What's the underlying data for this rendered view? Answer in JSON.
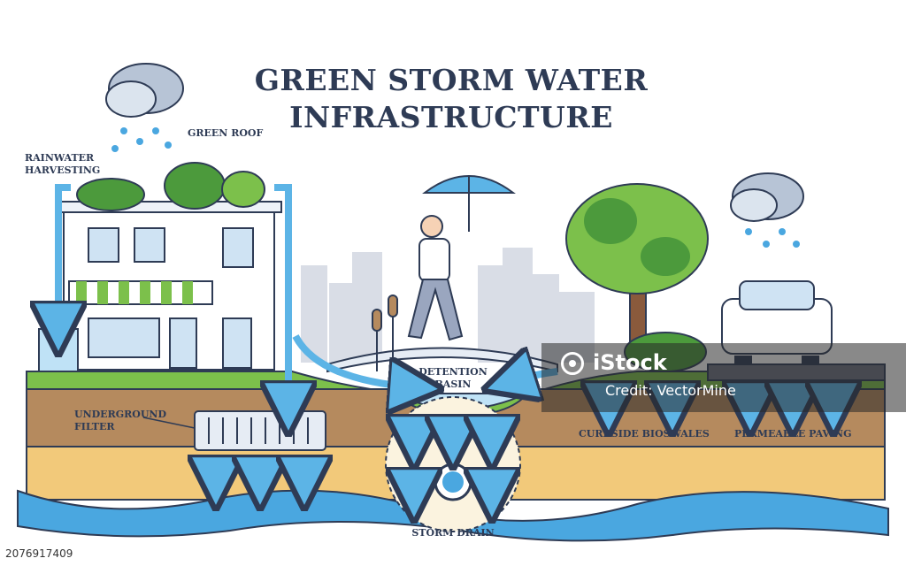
{
  "title": {
    "line1": "GREEN STORM WATER",
    "line2": "INFRASTRUCTURE"
  },
  "labels": {
    "rainwater_harvesting": [
      "RAINWATER",
      "HARVESTING"
    ],
    "green_roof": "GREEN ROOF",
    "underground_filter": [
      "UNDERGROUND",
      "FILTER"
    ],
    "detention_basin": [
      "DETENTION",
      "BASIN"
    ],
    "storm_drain": "STORM DRAIN",
    "curbside_bioswales": "CURBSIDE BIOSWALES",
    "permeable_paving": "PERMEABLE PAVING"
  },
  "watermark": {
    "brand": "iStock",
    "credit": "Credit: VectorMine"
  },
  "stock_id": "2076917409",
  "colors": {
    "water_blue": "#4aa7e0",
    "arrow_blue": "#5cb4e6",
    "sky_blue": "#d7edf9",
    "soil_brown": "#b58a5e",
    "sand": "#f2c97a",
    "grass": "#7cc04b",
    "outline": "#2e3b55"
  }
}
